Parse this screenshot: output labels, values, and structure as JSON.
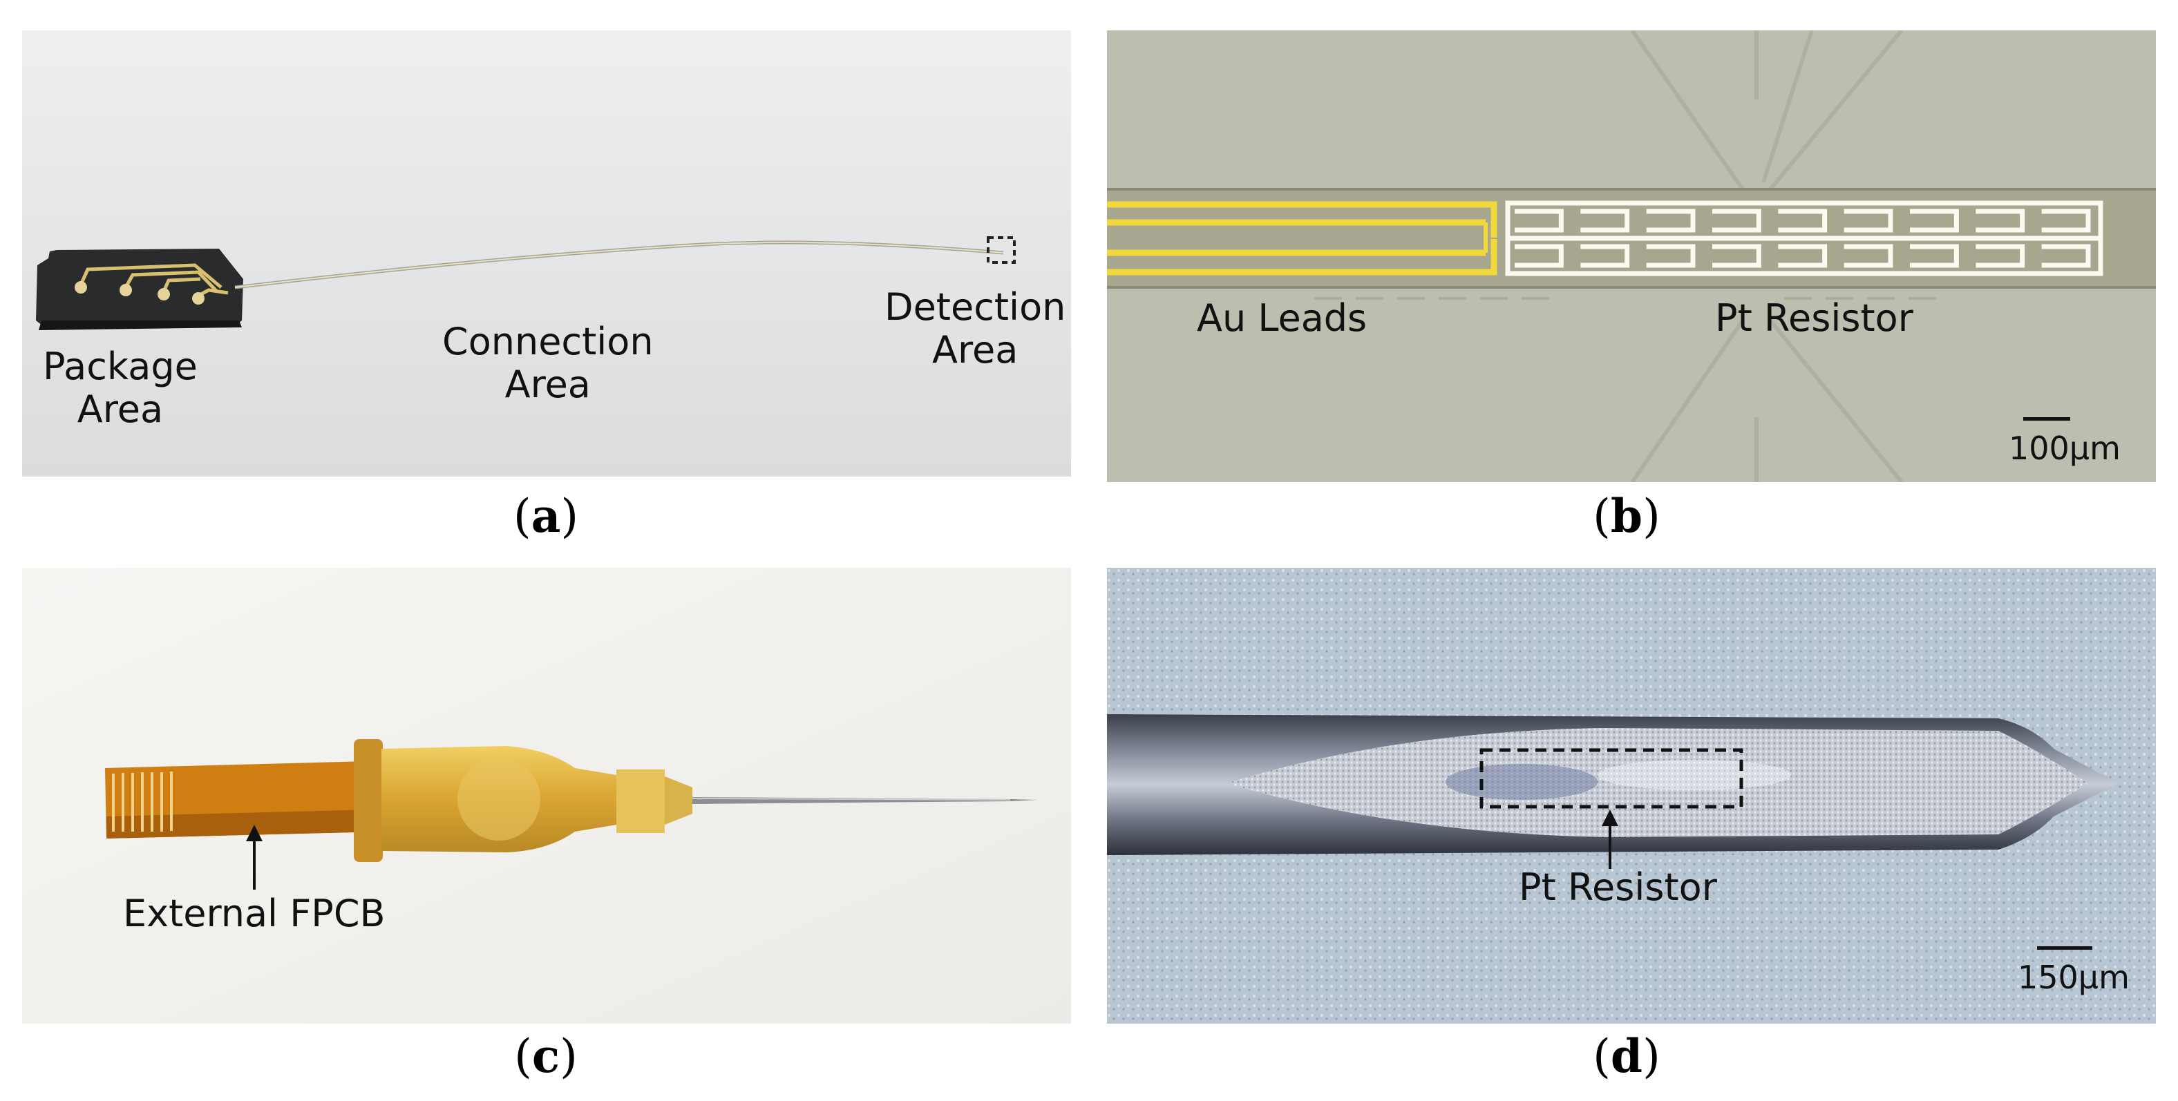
{
  "panel_a": {
    "labels": {
      "package_line1": "Package",
      "package_line2": "Area",
      "connection_line1": "Connection",
      "connection_line2": "Area",
      "detection_line1": "Detection",
      "detection_line2": "Area"
    },
    "caption": "a"
  },
  "panel_b": {
    "labels": {
      "au_leads": "Au Leads",
      "pt_resistor": "Pt Resistor"
    },
    "scale": "100μm",
    "caption": "b"
  },
  "panel_c": {
    "labels": {
      "external_fpcb": "External FPCB"
    },
    "caption": "c"
  },
  "panel_d": {
    "labels": {
      "pt_resistor": "Pt Resistor"
    },
    "scale": "150μm",
    "caption": "d"
  },
  "colors": {
    "panel_a_bg": "#e6e7e9",
    "panel_b_bg": "#b9bbac",
    "panel_c_bg": "#f3f2ef",
    "panel_d_bg": "#b6c3d1",
    "gold": "#e8c830",
    "fpcb": "#d98a14",
    "needle": "#8a8c92"
  }
}
